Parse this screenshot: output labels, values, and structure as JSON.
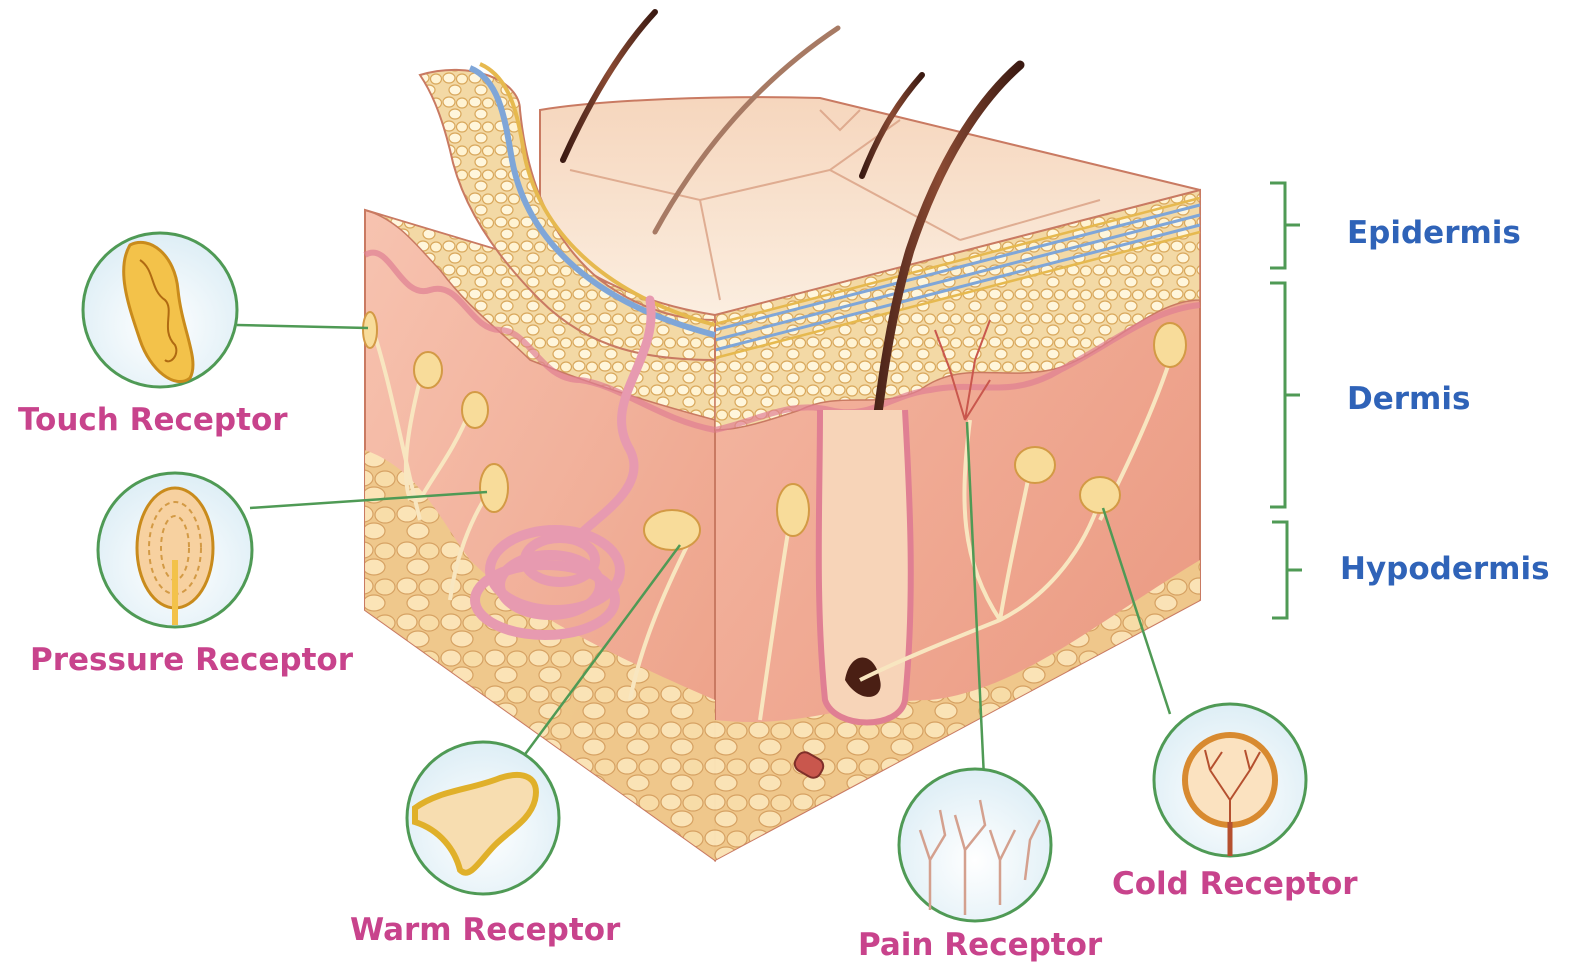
{
  "receptors": {
    "touch": "Touch Receptor",
    "pressure": "Pressure Receptor",
    "warm": "Warm Receptor",
    "pain": "Pain Receptor",
    "cold": "Cold Receptor"
  },
  "layers": {
    "epidermis": "Epidermis",
    "dermis": "Dermis",
    "hypodermis": "Hypodermis"
  },
  "colors": {
    "receptor_label": "#c8438c",
    "layer_label": "#2f63b8",
    "leader_line": "#4f9a55",
    "skin": "#f2b6a0",
    "fat": "#f6dcaa",
    "gland": "#e79ab0"
  }
}
